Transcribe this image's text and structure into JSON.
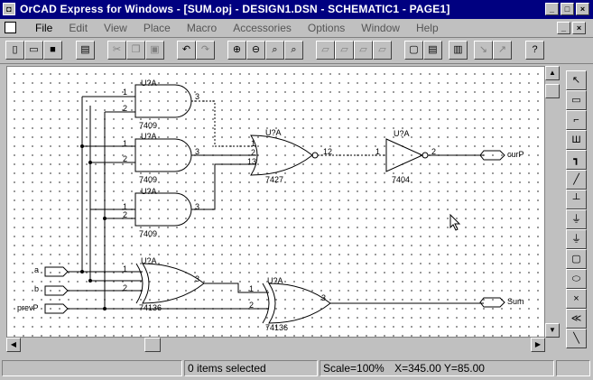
{
  "window": {
    "title": "OrCAD Express for Windows - [SUM.opj - DESIGN1.DSN - SCHEMATIC1 - PAGE1]",
    "caption_buttons": [
      "_",
      "□",
      "×"
    ]
  },
  "menu": {
    "items": [
      "File",
      "Edit",
      "View",
      "Place",
      "Macro",
      "Accessories",
      "Options",
      "Window",
      "Help"
    ],
    "doc_buttons": [
      "_",
      "×"
    ]
  },
  "schematic": {
    "gates": [
      {
        "ref": "U?A",
        "part": "7409",
        "pins": [
          "1",
          "2",
          "3"
        ]
      },
      {
        "ref": "U?A",
        "part": "7409",
        "pins": [
          "1",
          "2",
          "3"
        ]
      },
      {
        "ref": "U?A",
        "part": "7409",
        "pins": [
          "1",
          "2",
          "3"
        ]
      },
      {
        "ref": "U?A",
        "part": "7427",
        "pins": [
          "1",
          "2",
          "13",
          "12"
        ]
      },
      {
        "ref": "U?A",
        "part": "7404",
        "pins": [
          "1",
          "2"
        ]
      },
      {
        "ref": "U?A",
        "part": "74136",
        "pins": [
          "1",
          "2",
          "3"
        ]
      },
      {
        "ref": "U?A",
        "part": "74136",
        "pins": [
          "1",
          "2",
          "3"
        ]
      }
    ],
    "ports": {
      "inputs": [
        "a",
        "b",
        "prevP"
      ],
      "outputs": [
        "curP",
        "Sum"
      ]
    }
  },
  "status": {
    "selection": "0 items selected",
    "scale": "Scale=100%",
    "coords": "X=345.00  Y=85.00"
  }
}
